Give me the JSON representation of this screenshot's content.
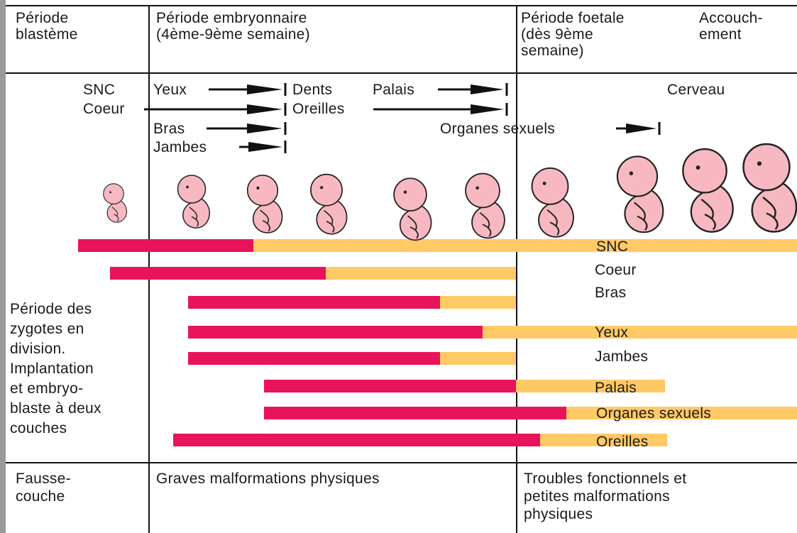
{
  "header": {
    "col1": "Période\nblastème",
    "col2": "Période embryonnaire\n(4ème-9ème semaine)",
    "col3": "Période foetale\n(dès 9ème\nsemaine)",
    "col4": "Accouch-\nement"
  },
  "arrows": {
    "snc": "SNC",
    "coeur": "Coeur",
    "yeux": "Yeux",
    "bras": "Bras",
    "jambes": "Jambes",
    "dents": "Dents",
    "oreilles": "Oreilles",
    "palais": "Palais",
    "organes_sexuels": "Organes sexuels",
    "cerveau": "Cerveau"
  },
  "bars": [
    {
      "label": "SNC"
    },
    {
      "label": "Coeur"
    },
    {
      "label": "Bras"
    },
    {
      "label": "Yeux"
    },
    {
      "label": "Jambes"
    },
    {
      "label": "Palais"
    },
    {
      "label": "Organes sexuels"
    },
    {
      "label": "Oreilles"
    }
  ],
  "left_text": "Période des\nzygotes en\ndivision.\nImplantation\net embryo-\nblaste à deux\ncouches",
  "footer": {
    "col1": "Fausse-\ncouche",
    "col2": "Graves malformations physiques",
    "col3": "Troubles fonctionnels et\npetites malformations\nphysiques"
  },
  "colors": {
    "high_risk": "#e8145a",
    "low_risk": "#ffc966",
    "embryo": "#f7b8c2",
    "grid": "#111111"
  }
}
